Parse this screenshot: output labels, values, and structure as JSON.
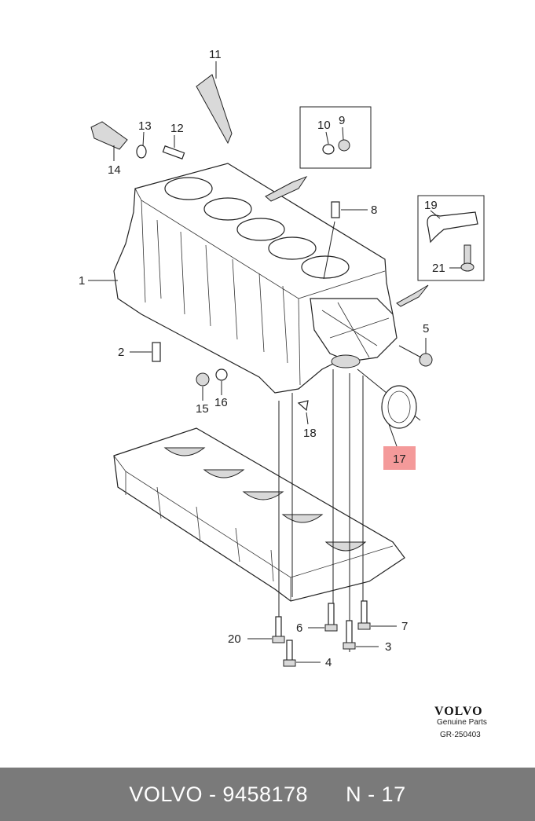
{
  "callouts": {
    "c1": "1",
    "c2": "2",
    "c3": "3",
    "c4": "4",
    "c5": "5",
    "c6": "6",
    "c7": "7",
    "c8": "8",
    "c9": "9",
    "c10": "10",
    "c11": "11",
    "c12": "12",
    "c13": "13",
    "c14": "14",
    "c15": "15",
    "c16": "16",
    "c17": "17",
    "c18": "18",
    "c19": "19",
    "c20": "20",
    "c21": "21"
  },
  "highlight": {
    "part": "17",
    "color": "#f49a9a"
  },
  "brand": {
    "logo": "VOLVO",
    "subtitle": "Genuine Parts",
    "code": "GR-250403"
  },
  "footer": {
    "part_label": "VOLVO - 9458178",
    "ref_label": "N - 17"
  }
}
